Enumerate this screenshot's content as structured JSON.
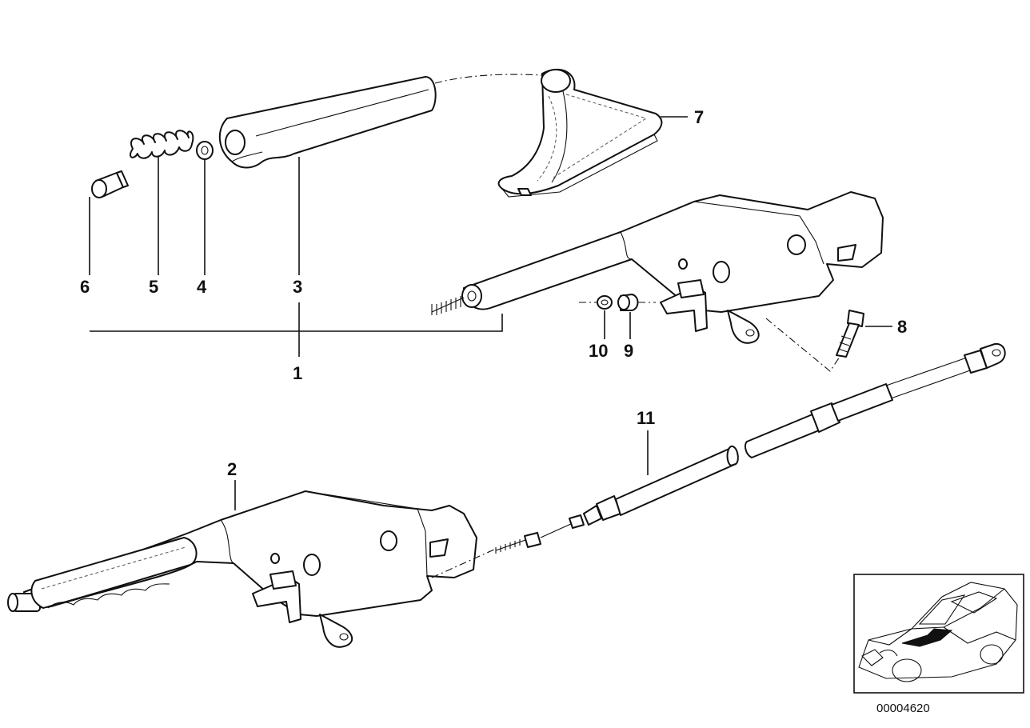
{
  "diagram": {
    "callouts": [
      {
        "id": "1",
        "label": "1"
      },
      {
        "id": "2",
        "label": "2"
      },
      {
        "id": "3",
        "label": "3"
      },
      {
        "id": "4",
        "label": "4"
      },
      {
        "id": "5",
        "label": "5"
      },
      {
        "id": "6",
        "label": "6"
      },
      {
        "id": "7",
        "label": "7"
      },
      {
        "id": "8",
        "label": "8"
      },
      {
        "id": "9",
        "label": "9"
      },
      {
        "id": "10",
        "label": "10"
      },
      {
        "id": "11",
        "label": "11"
      }
    ],
    "reference_number": "00004620"
  }
}
